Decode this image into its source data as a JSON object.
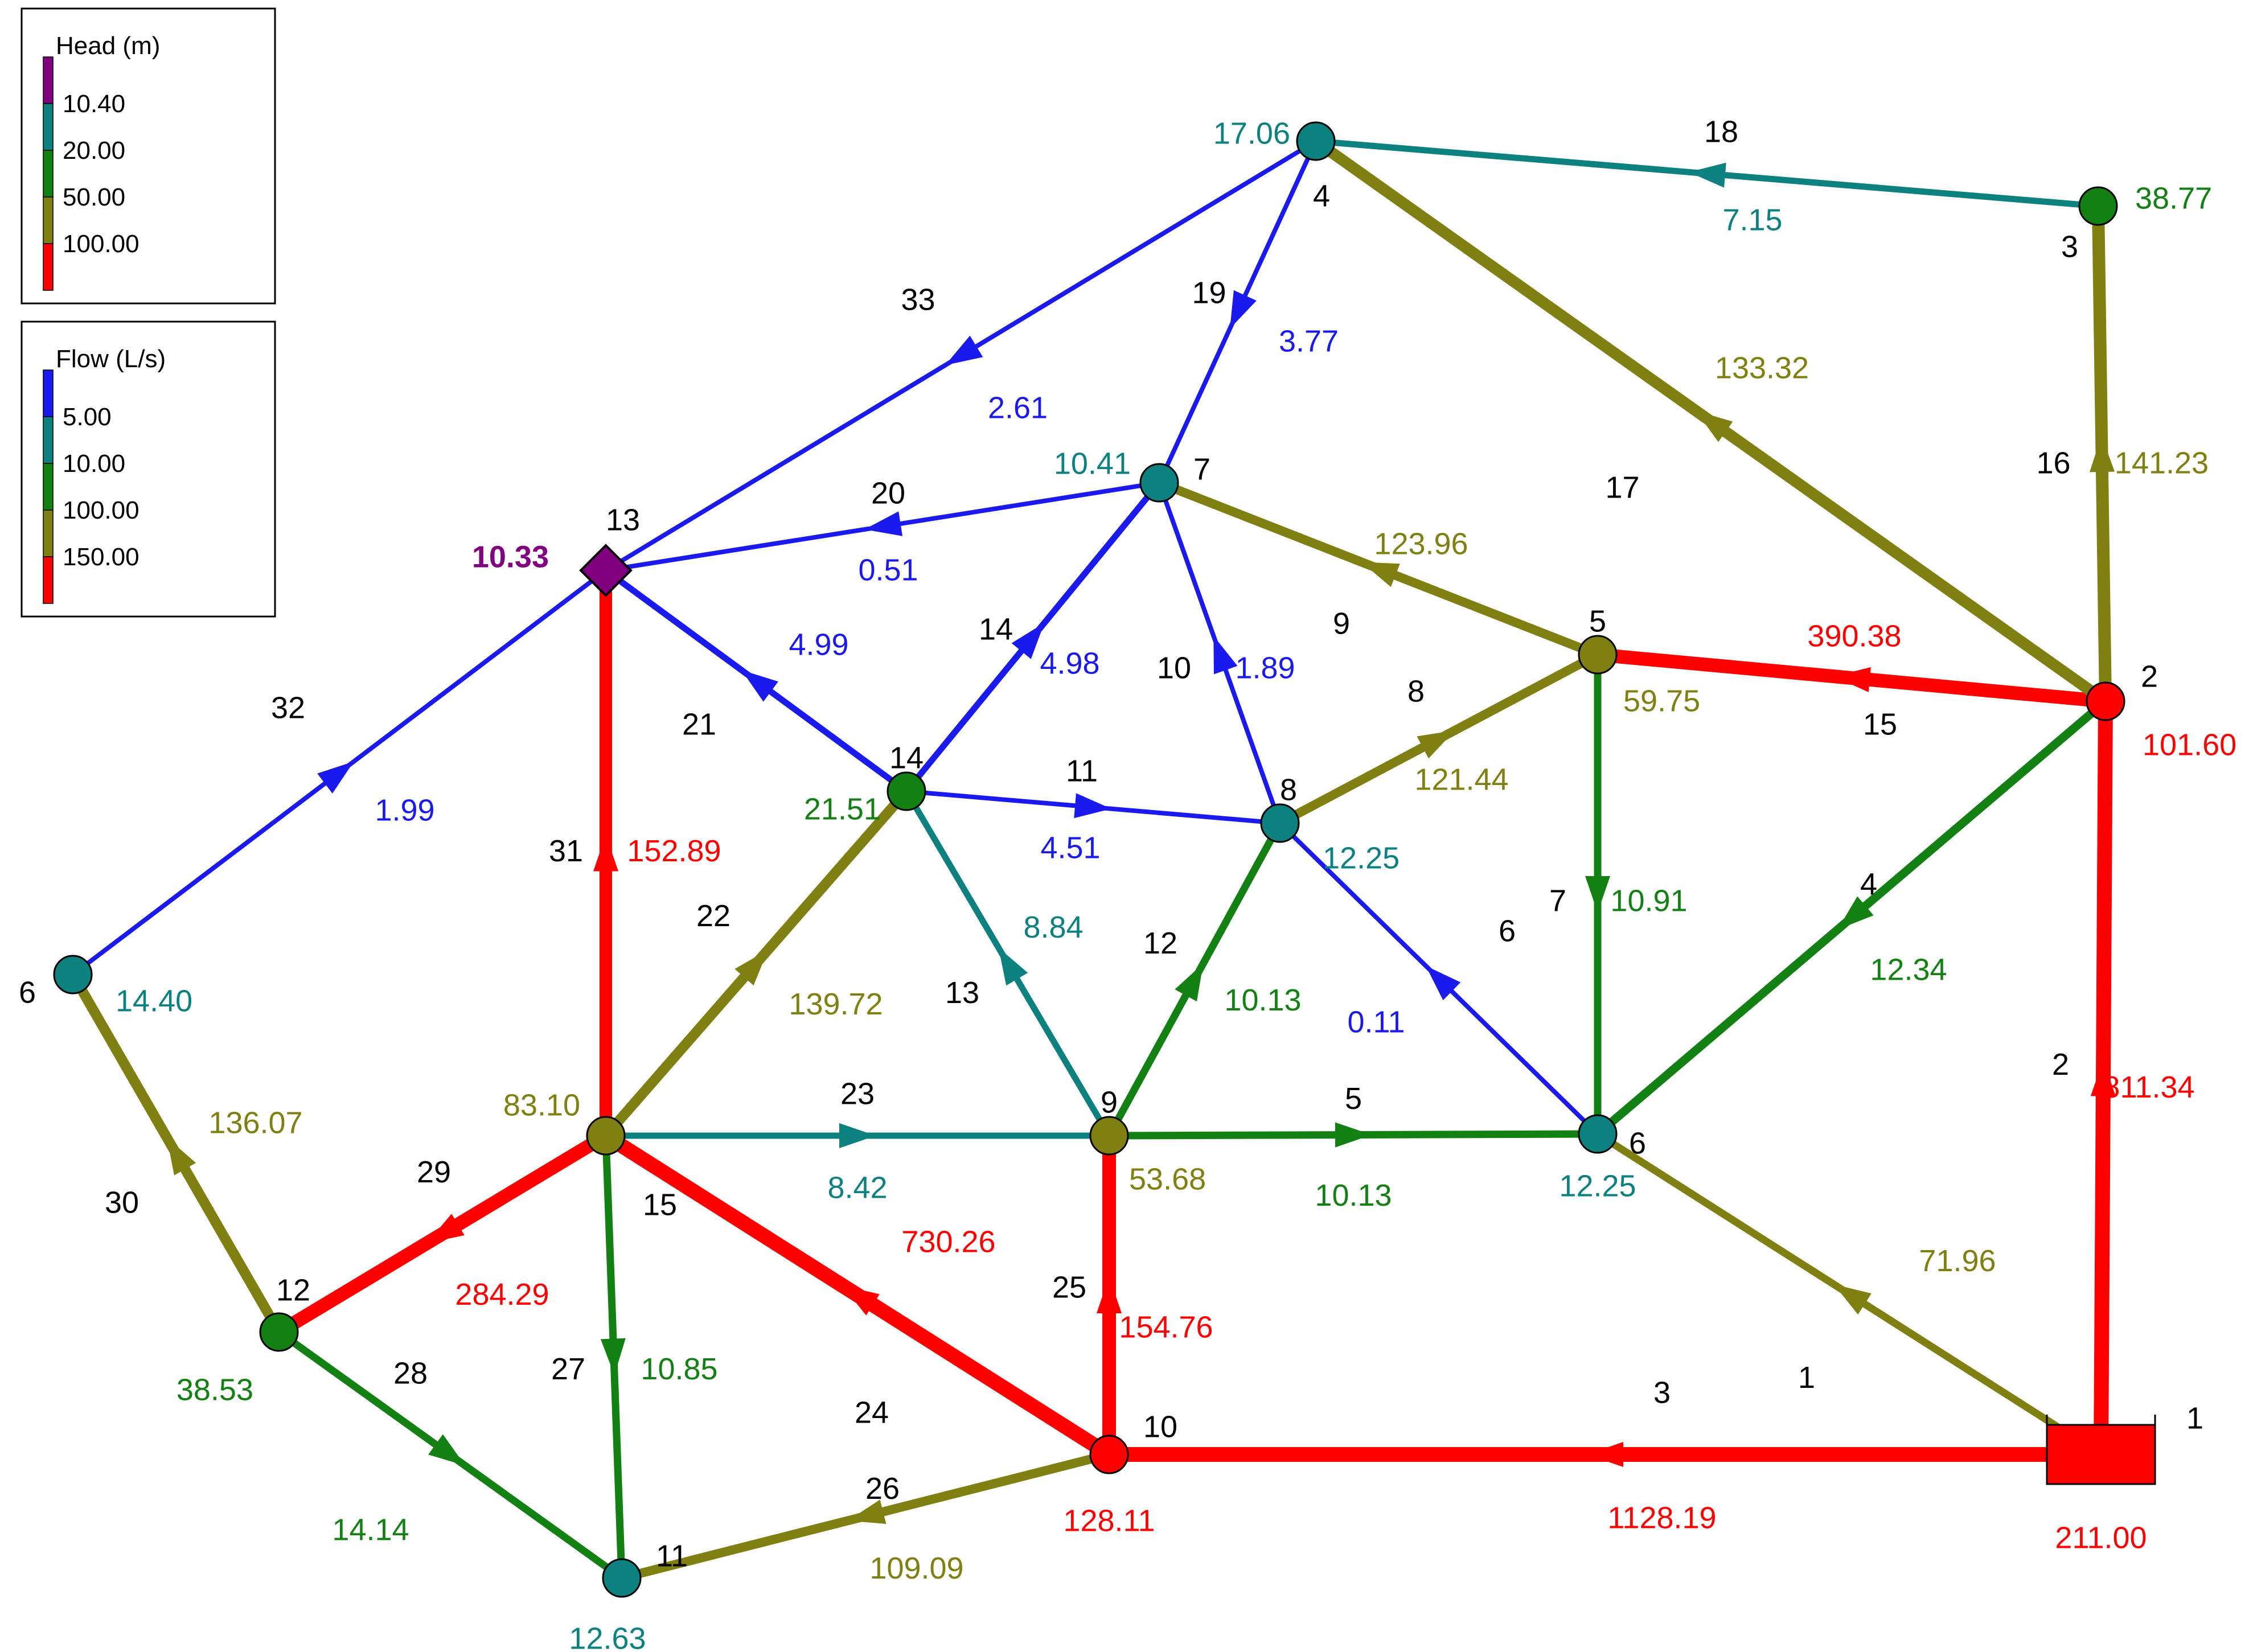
{
  "colors": {
    "blue": "#1a1aee",
    "teal": "#0d8080",
    "green": "#128012",
    "olive": "#808012",
    "red": "#ff0000",
    "purple": "#800080"
  },
  "legend_head": {
    "title": "Head (m)",
    "labels": [
      "10.40",
      "20.00",
      "50.00",
      "100.00"
    ],
    "colors": [
      "#800080",
      "#0d8080",
      "#128012",
      "#808012",
      "#ff0000"
    ]
  },
  "legend_flow": {
    "title": "Flow (L/s)",
    "labels": [
      "5.00",
      "10.00",
      "100.00",
      "150.00"
    ],
    "colors": [
      "#1a1aee",
      "#0d8080",
      "#128012",
      "#808012",
      "#ff0000"
    ]
  },
  "nodes": [
    {
      "key": "n1",
      "id": "1",
      "type": "reservoir",
      "head": "211.00",
      "color": "red"
    },
    {
      "key": "n2",
      "id": "2",
      "type": "junction",
      "head": "101.60",
      "color": "red"
    },
    {
      "key": "n3",
      "id": "3",
      "type": "junction",
      "head": "38.77",
      "color": "green"
    },
    {
      "key": "n4",
      "id": "4",
      "type": "junction",
      "head": "17.06",
      "color": "teal"
    },
    {
      "key": "n5",
      "id": "5",
      "type": "junction",
      "head": "59.75",
      "color": "olive"
    },
    {
      "key": "n6a",
      "id": "6",
      "type": "junction",
      "head": "12.25",
      "color": "teal"
    },
    {
      "key": "n7",
      "id": "7",
      "type": "junction",
      "head": "10.41",
      "color": "teal"
    },
    {
      "key": "n8",
      "id": "8",
      "type": "junction",
      "head": "12.25",
      "color": "teal"
    },
    {
      "key": "n9",
      "id": "9",
      "type": "junction",
      "head": "53.68",
      "color": "olive"
    },
    {
      "key": "n10",
      "id": "10",
      "type": "junction",
      "head": "128.11",
      "color": "red"
    },
    {
      "key": "n11",
      "id": "11",
      "type": "junction",
      "head": "12.63",
      "color": "teal"
    },
    {
      "key": "n12",
      "id": "12",
      "type": "junction",
      "head": "38.53",
      "color": "green"
    },
    {
      "key": "n13",
      "id": "13",
      "type": "tank",
      "head": "10.33",
      "color": "purple"
    },
    {
      "key": "n14",
      "id": "14",
      "type": "junction",
      "head": "21.51",
      "color": "green"
    },
    {
      "key": "n15",
      "id": "15",
      "type": "junction",
      "head": "83.10",
      "color": "olive"
    },
    {
      "key": "n6b",
      "id": "6",
      "type": "junction",
      "head": "14.40",
      "color": "teal"
    }
  ],
  "pipes": [
    {
      "id": "1",
      "from": "n1",
      "to": "n6a",
      "flow": "71.96",
      "color": "olive",
      "width": 13
    },
    {
      "id": "2",
      "from": "n1",
      "to": "n2",
      "flow": "811.34",
      "color": "red",
      "width": 26
    },
    {
      "id": "3",
      "from": "n1",
      "to": "n10",
      "flow": "1128.19",
      "color": "red",
      "width": 26
    },
    {
      "id": "4",
      "from": "n2",
      "to": "n6a",
      "flow": "12.34",
      "color": "green",
      "width": 15
    },
    {
      "id": "5",
      "from": "n9",
      "to": "n6a",
      "flow": "10.13",
      "color": "green",
      "width": 13
    },
    {
      "id": "6",
      "from": "n6a",
      "to": "n8",
      "flow": "0.11",
      "color": "blue",
      "width": 8
    },
    {
      "id": "7",
      "from": "n5",
      "to": "n6a",
      "flow": "10.91",
      "color": "green",
      "width": 13
    },
    {
      "id": "8",
      "from": "n8",
      "to": "n5",
      "flow": "121.44",
      "color": "olive",
      "width": 16
    },
    {
      "id": "9",
      "from": "n5",
      "to": "n7",
      "flow": "123.96",
      "color": "olive",
      "width": 16
    },
    {
      "id": "10",
      "from": "n8",
      "to": "n7",
      "flow": "1.89",
      "color": "blue",
      "width": 8
    },
    {
      "id": "11",
      "from": "n14",
      "to": "n8",
      "flow": "4.51",
      "color": "blue",
      "width": 8
    },
    {
      "id": "12",
      "from": "n9",
      "to": "n8",
      "flow": "10.13",
      "color": "green",
      "width": 13
    },
    {
      "id": "13",
      "from": "n9",
      "to": "n14",
      "flow": "8.84",
      "color": "teal",
      "width": 11
    },
    {
      "id": "14",
      "from": "n14",
      "to": "n7",
      "flow": "4.98",
      "color": "blue",
      "width": 11
    },
    {
      "id": "15",
      "from": "n2",
      "to": "n5",
      "flow": "390.38",
      "color": "red",
      "width": 24
    },
    {
      "id": "16",
      "from": "n2",
      "to": "n3",
      "flow": "141.23",
      "color": "olive",
      "width": 22
    },
    {
      "id": "17",
      "from": "n2",
      "to": "n4",
      "flow": "133.32",
      "color": "olive",
      "width": 20
    },
    {
      "id": "18",
      "from": "n3",
      "to": "n4",
      "flow": "7.15",
      "color": "teal",
      "width": 11
    },
    {
      "id": "19",
      "from": "n4",
      "to": "n7",
      "flow": "3.77",
      "color": "blue",
      "width": 8
    },
    {
      "id": "20",
      "from": "n7",
      "to": "n13",
      "flow": "0.51",
      "color": "blue",
      "width": 8
    },
    {
      "id": "21",
      "from": "n14",
      "to": "n13",
      "flow": "4.99",
      "color": "blue",
      "width": 11
    },
    {
      "id": "22",
      "from": "n15",
      "to": "n14",
      "flow": "139.72",
      "color": "olive",
      "width": 18
    },
    {
      "id": "23",
      "from": "n15",
      "to": "n9",
      "flow": "8.42",
      "color": "teal",
      "width": 11
    },
    {
      "id": "24",
      "from": "n10",
      "to": "n15",
      "flow": "730.26",
      "color": "red",
      "width": 26
    },
    {
      "id": "25",
      "from": "n10",
      "to": "n9",
      "flow": "154.76",
      "color": "red",
      "width": 24
    },
    {
      "id": "26",
      "from": "n10",
      "to": "n11",
      "flow": "109.09",
      "color": "olive",
      "width": 16
    },
    {
      "id": "27",
      "from": "n15",
      "to": "n11",
      "flow": "10.85",
      "color": "green",
      "width": 13
    },
    {
      "id": "28",
      "from": "n12",
      "to": "n11",
      "flow": "14.14",
      "color": "green",
      "width": 13
    },
    {
      "id": "29",
      "from": "n15",
      "to": "n12",
      "flow": "284.29",
      "color": "red",
      "width": 24
    },
    {
      "id": "30",
      "from": "n12",
      "to": "n6b",
      "flow": "136.07",
      "color": "olive",
      "width": 18
    },
    {
      "id": "31",
      "from": "n15",
      "to": "n13",
      "flow": "152.89",
      "color": "red",
      "width": 22
    },
    {
      "id": "32",
      "from": "n6b",
      "to": "n13",
      "flow": "1.99",
      "color": "blue",
      "width": 8
    },
    {
      "id": "33",
      "from": "n4",
      "to": "n13",
      "flow": "2.61",
      "color": "blue",
      "width": 8
    }
  ]
}
